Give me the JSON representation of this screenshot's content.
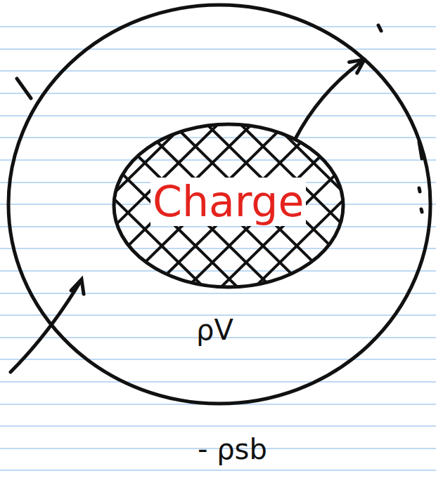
{
  "diagram": {
    "nodes": [
      {
        "text": [
          "ρV",
          "- ρsb"
        ]
      },
      {
        "text": [
          "Charge"
        ],
        "in": 0
      }
    ],
    "edges": [
      {
        "from": 1,
        "to": 0,
        "arrow": "to"
      }
    ]
  }
}
